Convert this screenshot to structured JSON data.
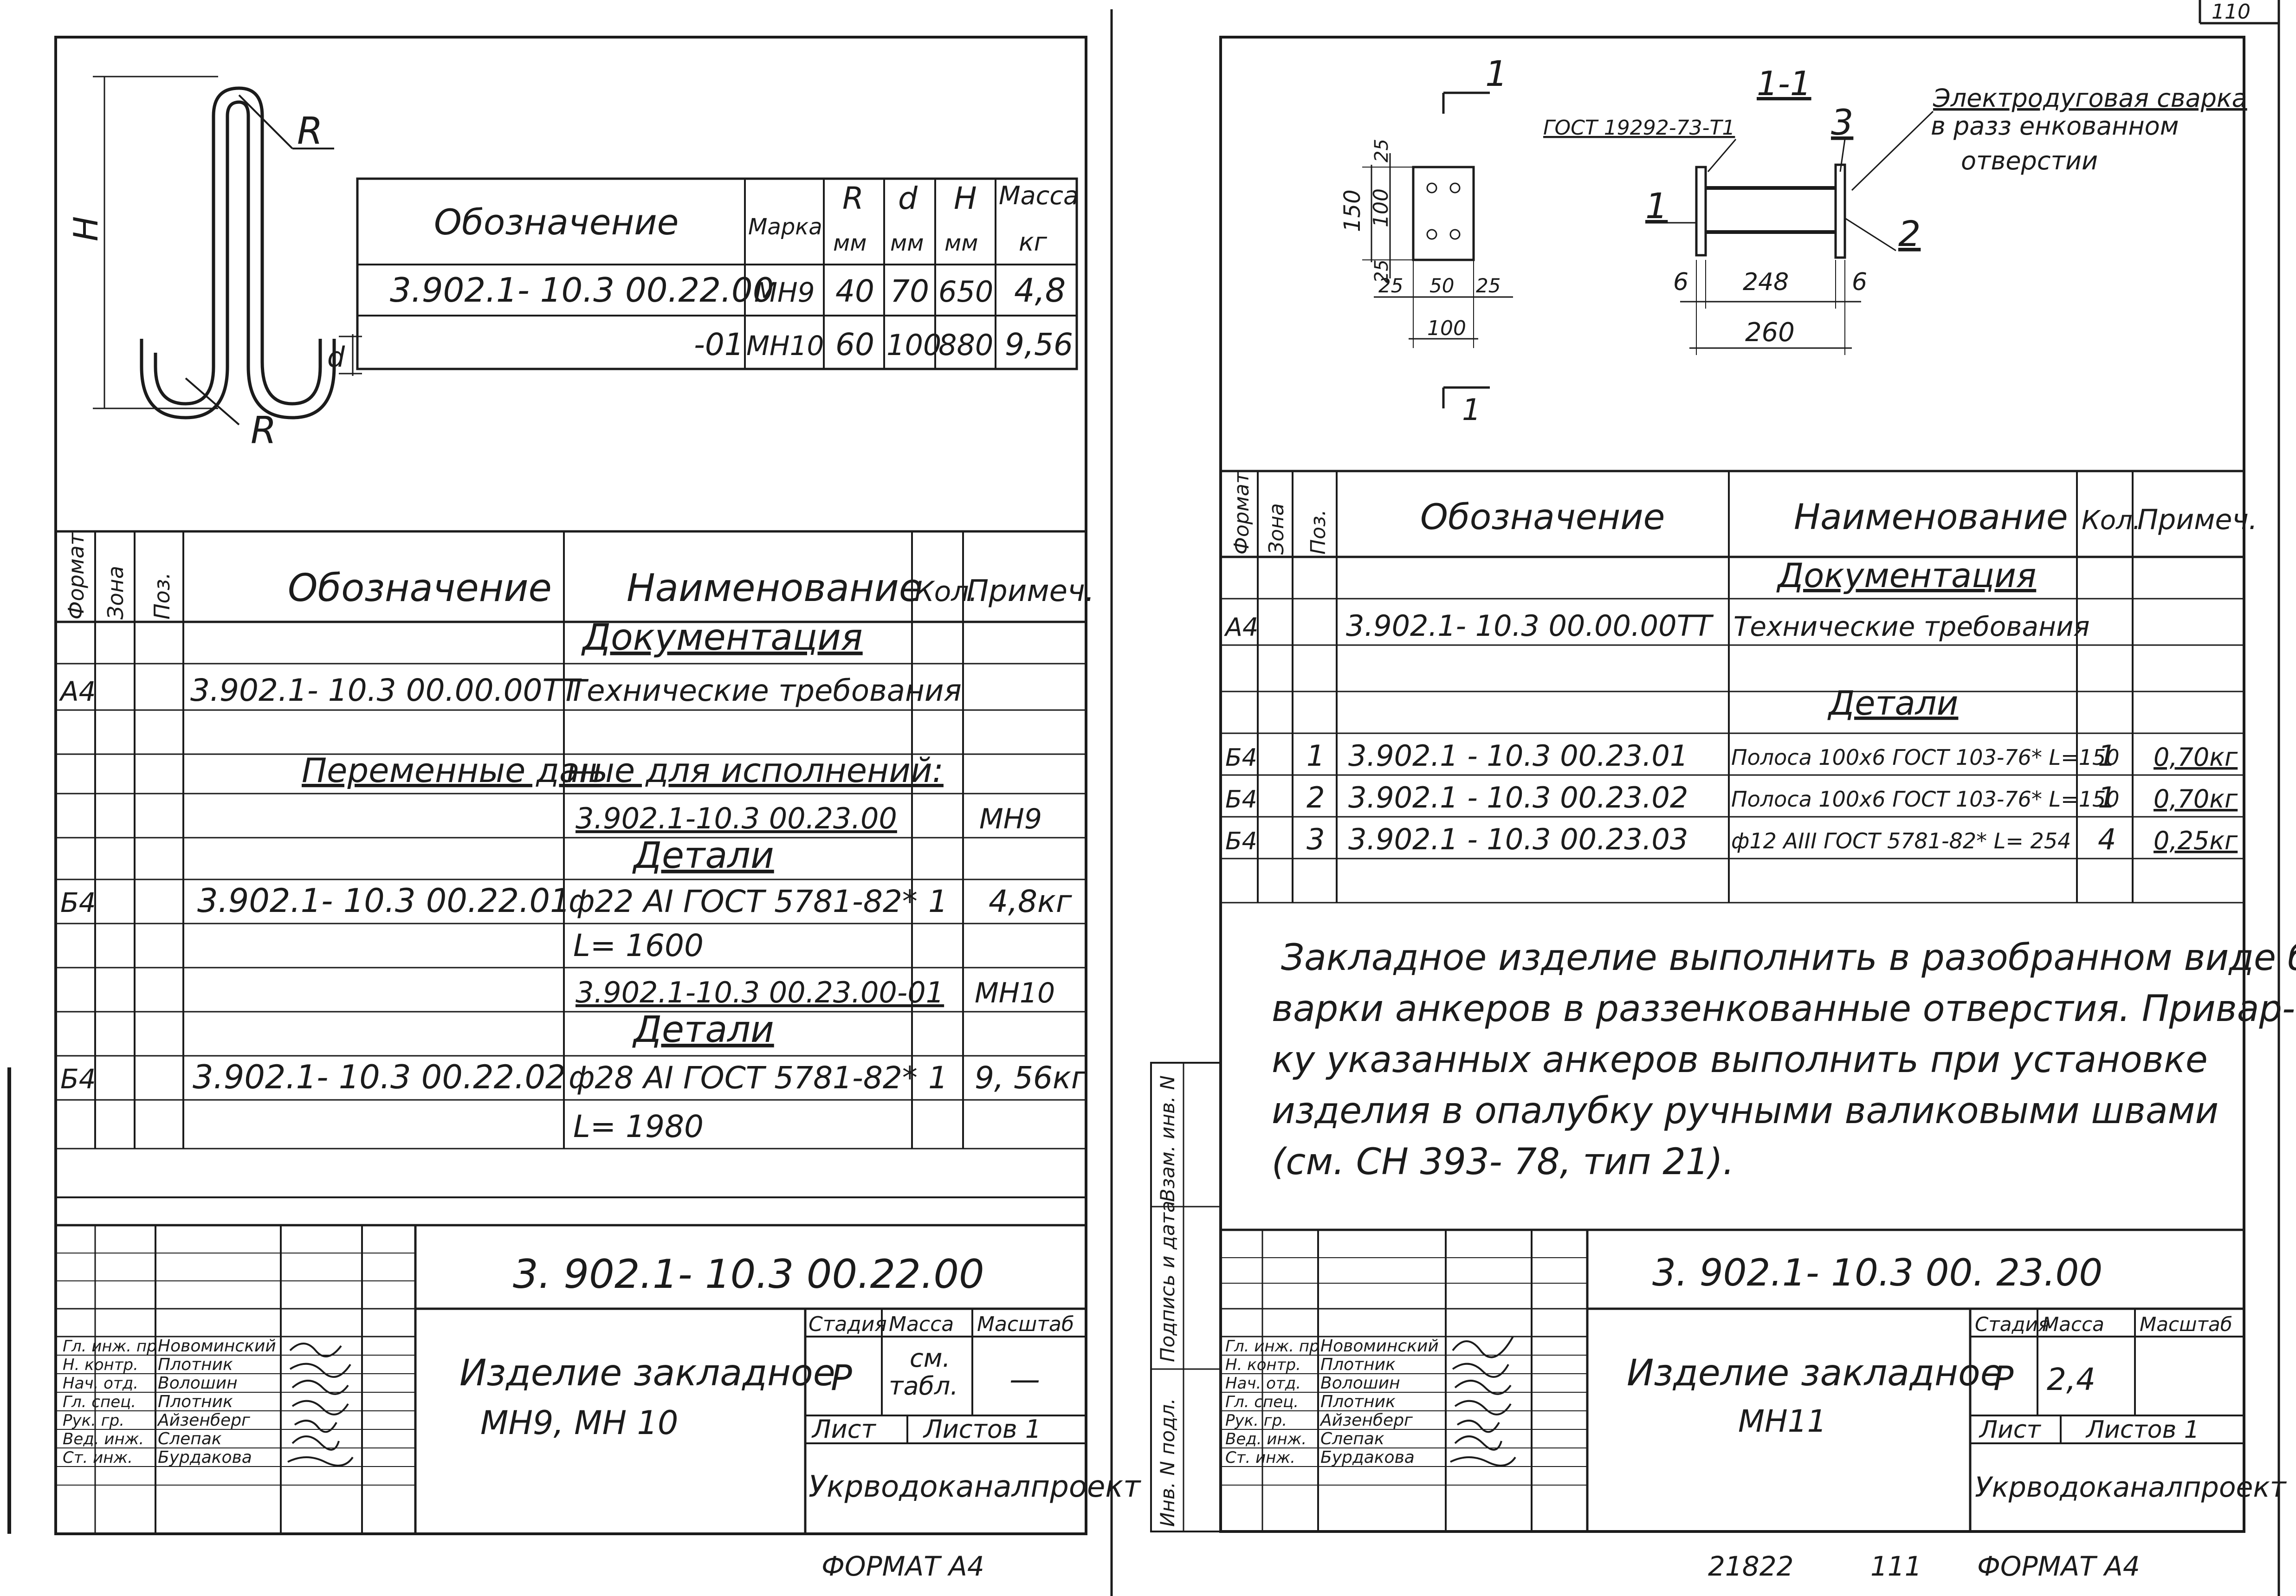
{
  "left": {
    "marks": {
      "R_top": "R",
      "R_bottom": "R",
      "H": "H",
      "d": "d"
    },
    "param_table": {
      "headers": {
        "oboz": "Обозначение",
        "marka": "Марка",
        "R": "R",
        "R_u": "мм",
        "d": "d",
        "d_u": "мм",
        "H": "H",
        "H_u": "мм",
        "massa": "Масса",
        "massa_u": "кг"
      },
      "rows": [
        {
          "oboz": "3.902.1- 10.3 00.22.00",
          "marka": "МН9",
          "R": "40",
          "d": "70",
          "H": "650",
          "massa": "4,8"
        },
        {
          "oboz": "-01",
          "marka": "МН10",
          "R": "60",
          "d": "100",
          "H": "880",
          "massa": "9,56"
        }
      ]
    },
    "spec": {
      "headers": {
        "format": "Формат",
        "zona": "Зона",
        "poz": "Поз.",
        "oboz": "Обозначение",
        "naim": "Наименование",
        "kol": "Кол.",
        "prim": "Примеч."
      },
      "r1": "Документация",
      "r2": {
        "format": "А4",
        "oboz": "3.902.1- 10.3      00.00.00ТТ",
        "naim": "Технические требования"
      },
      "r3a": "Переменные дан",
      "r3b": "ные для исполнений:",
      "r4": {
        "naim": "3.902.1-10.3  00.23.00",
        "prim": "МН9"
      },
      "r5": "Детали",
      "r6": {
        "format": "Б4",
        "oboz": "3.902.1- 10.3 00.22.01",
        "naim": "ф22 АI ГОСТ 5781-82*",
        "kol": "1",
        "prim": "4,8кг"
      },
      "r7": "L= 1600",
      "r8": {
        "naim": "3.902.1-10.3 00.23.00-01",
        "prim": "МН10"
      },
      "r9": "Детали",
      "r10": {
        "format": "Б4",
        "oboz": "3.902.1- 10.3    00.22.02",
        "naim": "ф28 АI ГОСТ 5781-82*",
        "kol": "1",
        "prim": "9, 56кг"
      },
      "r11": "L= 1980"
    },
    "stamp": {
      "code": "3. 902.1- 10.3  00.22.00",
      "title1": "Изделие закладное",
      "title2": "МН9, МН 10",
      "stadia_h": "Стадия",
      "massa_h": "Масса",
      "masshtab_h": "Масштаб",
      "stadia": "Р",
      "massa1": "см.",
      "massa2": "табл.",
      "masshtab": "—",
      "list": "Лист",
      "listov": "Листов 1",
      "org": "Укрводоканалпроект",
      "people": [
        {
          "role": "Гл. инж. пр",
          "name": "Новоминский"
        },
        {
          "role": "Н. контр.",
          "name": "Плотник"
        },
        {
          "role": "Нач. отд.",
          "name": "Волошин"
        },
        {
          "role": "Гл. спец.",
          "name": "Плотник"
        },
        {
          "role": "Рук. гр.",
          "name": "Айзенберг"
        },
        {
          "role": "Вед. инж.",
          "name": "Слепак"
        },
        {
          "role": "Ст. инж.",
          "name": "Бурдакова"
        }
      ]
    },
    "format": "ФОРМАТ  А4"
  },
  "right": {
    "drawing": {
      "sec_mark_top": "1",
      "sec_mark_bottom": "1",
      "sec_title": "1-1",
      "gost": "ГОСТ 19292-73-Т1",
      "weld1": "Электродуговая сварка",
      "weld2": "в разз енкованном",
      "weld3": "отверстии",
      "pos1": "1",
      "pos2": "2",
      "pos3": "3",
      "d150": "150",
      "d100v": "100",
      "d25a": "25",
      "d25b": "25",
      "d25c": "25",
      "d50": "50",
      "d25d": "25",
      "d100h": "100",
      "d6a": "6",
      "d248": "248",
      "d6b": "6",
      "d260": "260"
    },
    "spec": {
      "headers": {
        "format": "Формат",
        "zona": "Зона",
        "poz": "Поз.",
        "oboz": "Обозначение",
        "naim": "Наименование",
        "kol": "Кол.",
        "prim": "Примеч."
      },
      "r1": "Документация",
      "r2": {
        "format": "А4",
        "oboz": "3.902.1- 10.3     00.00.00ТТ",
        "naim": "Технические требования"
      },
      "r3": "Детали",
      "rows": [
        {
          "format": "Б4",
          "poz": "1",
          "oboz": "3.902.1  -  10.3 00.23.01",
          "naim": "Полоса 100х6 ГОСТ 103-76* L=150",
          "kol": "1",
          "prim": "0,70кг"
        },
        {
          "format": "Б4",
          "poz": "2",
          "oboz": "3.902.1  - 10.3 00.23.02",
          "naim": "Полоса 100х6 ГОСТ 103-76* L=150",
          "kol": "1",
          "prim": "0,70кг"
        },
        {
          "format": "Б4",
          "poz": "3",
          "oboz": "3.902.1 - 10.3 00.23.03",
          "naim": "ф12 АIII ГОСТ 5781-82* L= 254",
          "kol": "4",
          "prim": "0,25кг"
        }
      ]
    },
    "note": [
      "Закладное изделие выполнить в разобранном виде без при-",
      "варки анкеров в раззенкованные  отверстия. Привар-",
      "ку указанных  анкеров  выполнить   при установке",
      "изделия  в  опалубку  ручными  валиковыми  швами",
      "(см. СН 393- 78, тип 21)."
    ],
    "side": {
      "s1": "Инв. N подл.",
      "s2": "Подпись и дата",
      "s3": "Взам. инв. N"
    },
    "stamp": {
      "code": "3. 902.1- 10.3  00. 23.00",
      "title1": "Изделие закладное",
      "title2": "МН11",
      "stadia_h": "Стадия",
      "massa_h": "Масса",
      "masshtab_h": "Масштаб",
      "stadia": "Р",
      "massa": "2,4",
      "list": "Лист",
      "listov": "Листов 1",
      "org": "Укрводоканалпроект",
      "people": [
        {
          "role": "Гл. инж. пр",
          "name": "Новоминский"
        },
        {
          "role": "Н. контр.",
          "name": "Плотник"
        },
        {
          "role": "Нач. отд.",
          "name": "Волошин"
        },
        {
          "role": "Гл. спец.",
          "name": "Плотник"
        },
        {
          "role": "Рук. гр.",
          "name": "Айзенберг"
        },
        {
          "role": "Вед. инж.",
          "name": "Слепак"
        },
        {
          "role": "Ст. инж.",
          "name": "Бурдакова"
        }
      ]
    },
    "footer": {
      "num": "21822",
      "page": "111",
      "format": "ФОРМАТ  А4"
    },
    "corner": "110"
  }
}
